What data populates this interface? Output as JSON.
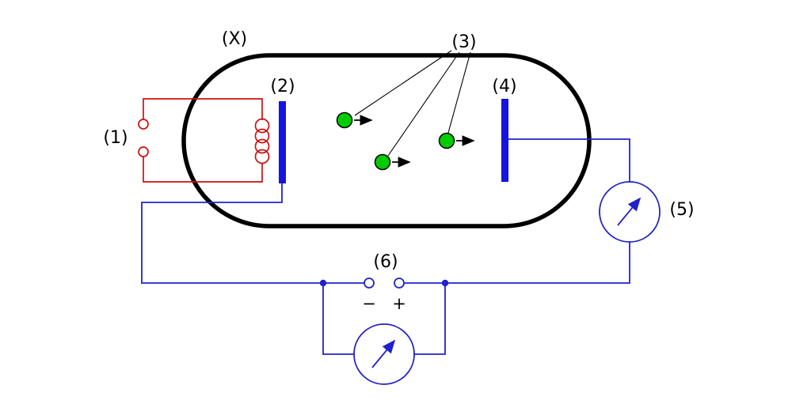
{
  "diagram": {
    "labels": {
      "tube": "(X)",
      "heater_source": "(1)",
      "cathode": "(2)",
      "electrons": "(3)",
      "anode": "(4)",
      "right_meter": "(5)",
      "supply": "(6)",
      "minus_sign": "−",
      "plus_sign": "+"
    },
    "colors": {
      "tube_outline": "#000000",
      "heater_circuit": "#cc1111",
      "main_circuit": "#2222cc",
      "electrode": "#1515dd",
      "electron_fill": "#00cc00",
      "electron_stroke": "#000000"
    }
  }
}
